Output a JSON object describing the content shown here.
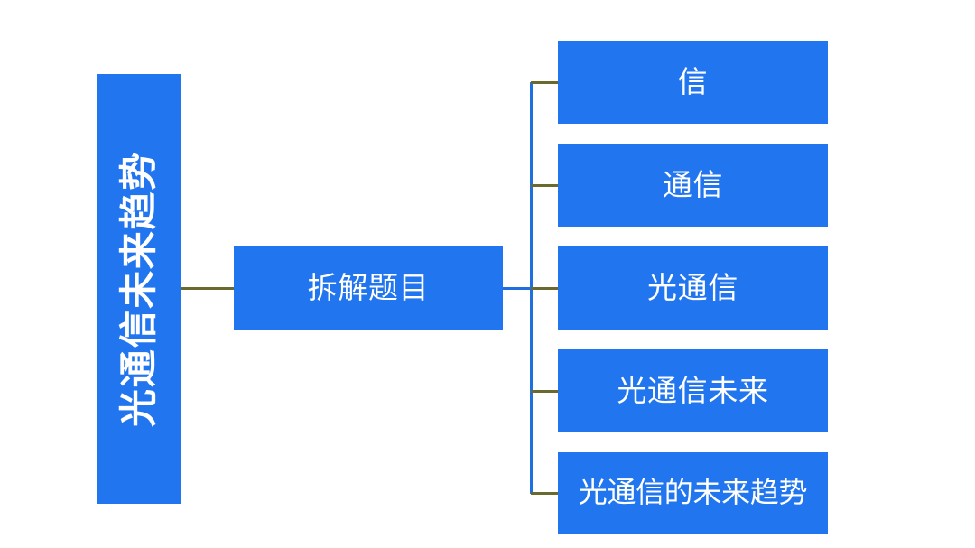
{
  "diagram": {
    "type": "horizontal-mindmap",
    "background_color": "#ffffff",
    "node_fill_color": "#2175ee",
    "node_text_color": "#ffffff",
    "connector_color": "#6b6a2e",
    "trunk_color": "#1f6fe0",
    "root": {
      "label": "光通信未来趋势",
      "orientation": "vertical-rotated"
    },
    "center": {
      "label": "拆解题目"
    },
    "leaves": [
      {
        "label": "信"
      },
      {
        "label": "通信"
      },
      {
        "label": "光通信"
      },
      {
        "label": "光通信未来"
      },
      {
        "label": "光通信的未来趋势"
      }
    ]
  }
}
